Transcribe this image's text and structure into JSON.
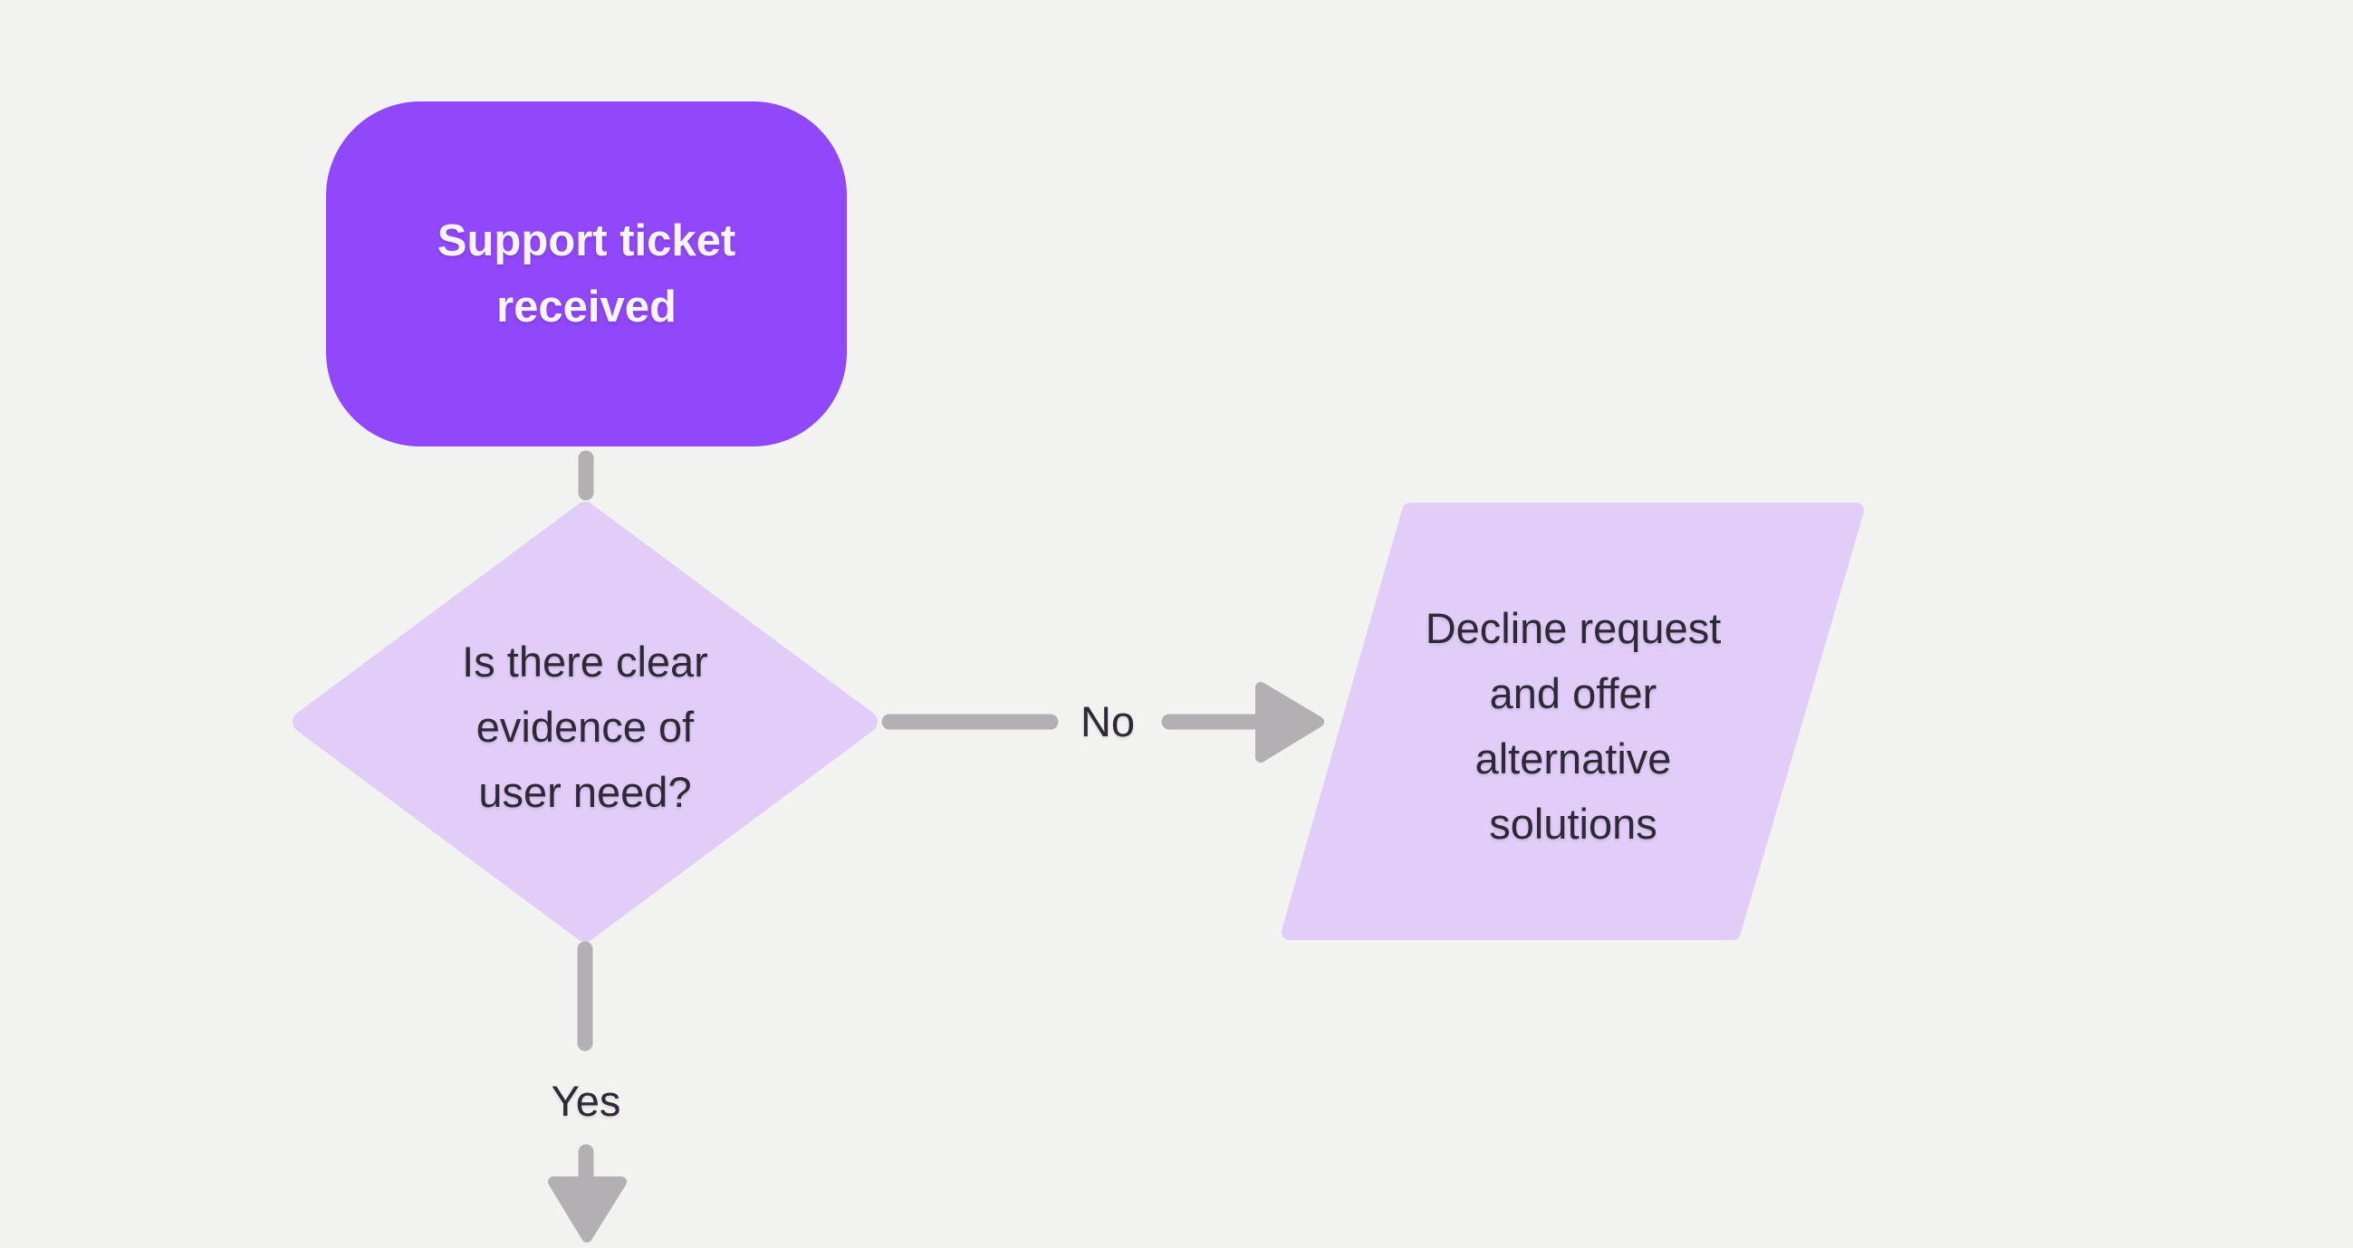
{
  "colors": {
    "primary_purple": "#9147FA",
    "lavender": "#E2CDF8",
    "connector_gray": "#B3B0B3",
    "dark_text": "#2E2936",
    "light_text": "#F7F4FA",
    "canvas_bg": "#F2F2F1"
  },
  "flowchart": {
    "nodes": {
      "start": {
        "type": "terminator",
        "lines": [
          "Support ticket",
          "received"
        ]
      },
      "decision": {
        "type": "decision",
        "lines": [
          "Is there clear",
          "evidence of",
          "user need?"
        ]
      },
      "decline": {
        "type": "process",
        "lines": [
          "Decline request",
          "and offer",
          "alternative",
          "solutions"
        ]
      }
    },
    "edges": {
      "no": {
        "label": "No"
      },
      "yes": {
        "label": "Yes"
      }
    }
  }
}
